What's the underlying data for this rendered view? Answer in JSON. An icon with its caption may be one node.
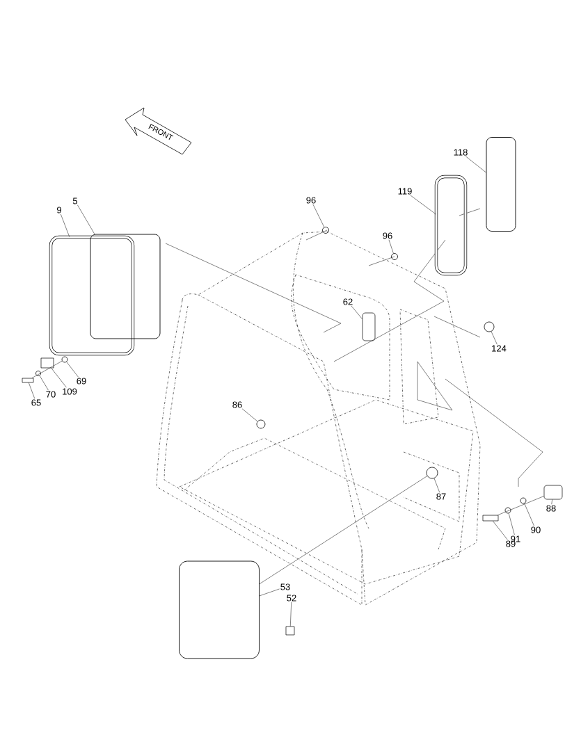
{
  "diagram": {
    "nodes": [
      {
        "text": [
          "9"
        ]
      },
      {
        "text": [],
        "shape": "box"
      },
      {
        "text": [
          "5"
        ]
      },
      {
        "text": [],
        "shape": "box"
      },
      {
        "text": [
          "96"
        ]
      },
      {
        "text": [],
        "shape": "circle"
      },
      {
        "text": [
          "96"
        ]
      },
      {
        "text": [],
        "shape": "circle"
      },
      {
        "text": [
          "118"
        ]
      },
      {
        "text": [],
        "shape": "box"
      },
      {
        "text": [
          "119"
        ]
      },
      {
        "text": [],
        "shape": "box"
      },
      {
        "text": [
          "62"
        ]
      },
      {
        "text": [],
        "shape": "box"
      },
      {
        "text": [
          "124"
        ]
      },
      {
        "text": [],
        "shape": "circle"
      },
      {
        "text": [
          "69"
        ]
      },
      {
        "text": [],
        "shape": "circle"
      },
      {
        "text": [
          "109"
        ]
      },
      {
        "text": [],
        "shape": "box"
      },
      {
        "text": [
          "70"
        ]
      },
      {
        "text": [],
        "shape": "circle"
      },
      {
        "text": [
          "65"
        ]
      },
      {
        "text": [],
        "shape": "box"
      },
      {
        "text": [
          "86"
        ]
      },
      {
        "text": [],
        "shape": "circle"
      },
      {
        "text": [
          "87"
        ]
      },
      {
        "text": [],
        "shape": "circle"
      },
      {
        "text": [
          "88"
        ]
      },
      {
        "text": [],
        "shape": "box"
      },
      {
        "text": [
          "90"
        ]
      },
      {
        "text": [],
        "shape": "circle"
      },
      {
        "text": [
          "91"
        ]
      },
      {
        "text": [],
        "shape": "circle"
      },
      {
        "text": [
          "89"
        ]
      },
      {
        "text": [],
        "shape": "box"
      },
      {
        "text": [
          "53"
        ]
      },
      {
        "text": [],
        "shape": "box"
      },
      {
        "text": [
          "52"
        ]
      },
      {
        "text": [],
        "shape": "box"
      }
    ],
    "edges": [
      {
        "from": 0,
        "to": 1,
        "arrow": "none"
      },
      {
        "from": 2,
        "to": 3,
        "arrow": "none"
      },
      {
        "from": 4,
        "to": 5,
        "arrow": "none"
      },
      {
        "from": 6,
        "to": 7,
        "arrow": "none"
      },
      {
        "from": 8,
        "to": 9,
        "arrow": "none"
      },
      {
        "from": 10,
        "to": 11,
        "arrow": "none"
      },
      {
        "from": 12,
        "to": 13,
        "arrow": "none"
      },
      {
        "from": 14,
        "to": 15,
        "arrow": "none"
      },
      {
        "from": 16,
        "to": 17,
        "arrow": "none"
      },
      {
        "from": 18,
        "to": 19,
        "arrow": "none"
      },
      {
        "from": 20,
        "to": 21,
        "arrow": "none"
      },
      {
        "from": 22,
        "to": 23,
        "arrow": "none"
      },
      {
        "from": 24,
        "to": 25,
        "arrow": "none"
      },
      {
        "from": 26,
        "to": 27,
        "arrow": "none"
      },
      {
        "from": 28,
        "to": 29,
        "arrow": "none"
      },
      {
        "from": 30,
        "to": 31,
        "arrow": "none"
      },
      {
        "from": 32,
        "to": 33,
        "arrow": "none"
      },
      {
        "from": 34,
        "to": 35,
        "arrow": "none"
      },
      {
        "from": 36,
        "to": 37,
        "arrow": "none"
      },
      {
        "from": 38,
        "to": 39,
        "arrow": "none"
      },
      {
        "from": 23,
        "to": 17,
        "arrow": "none"
      },
      {
        "from": 35,
        "to": 29,
        "arrow": "none"
      },
      {
        "from": 37,
        "to": 27,
        "arrow": "none"
      }
    ],
    "labels": [
      "FRONT"
    ]
  }
}
